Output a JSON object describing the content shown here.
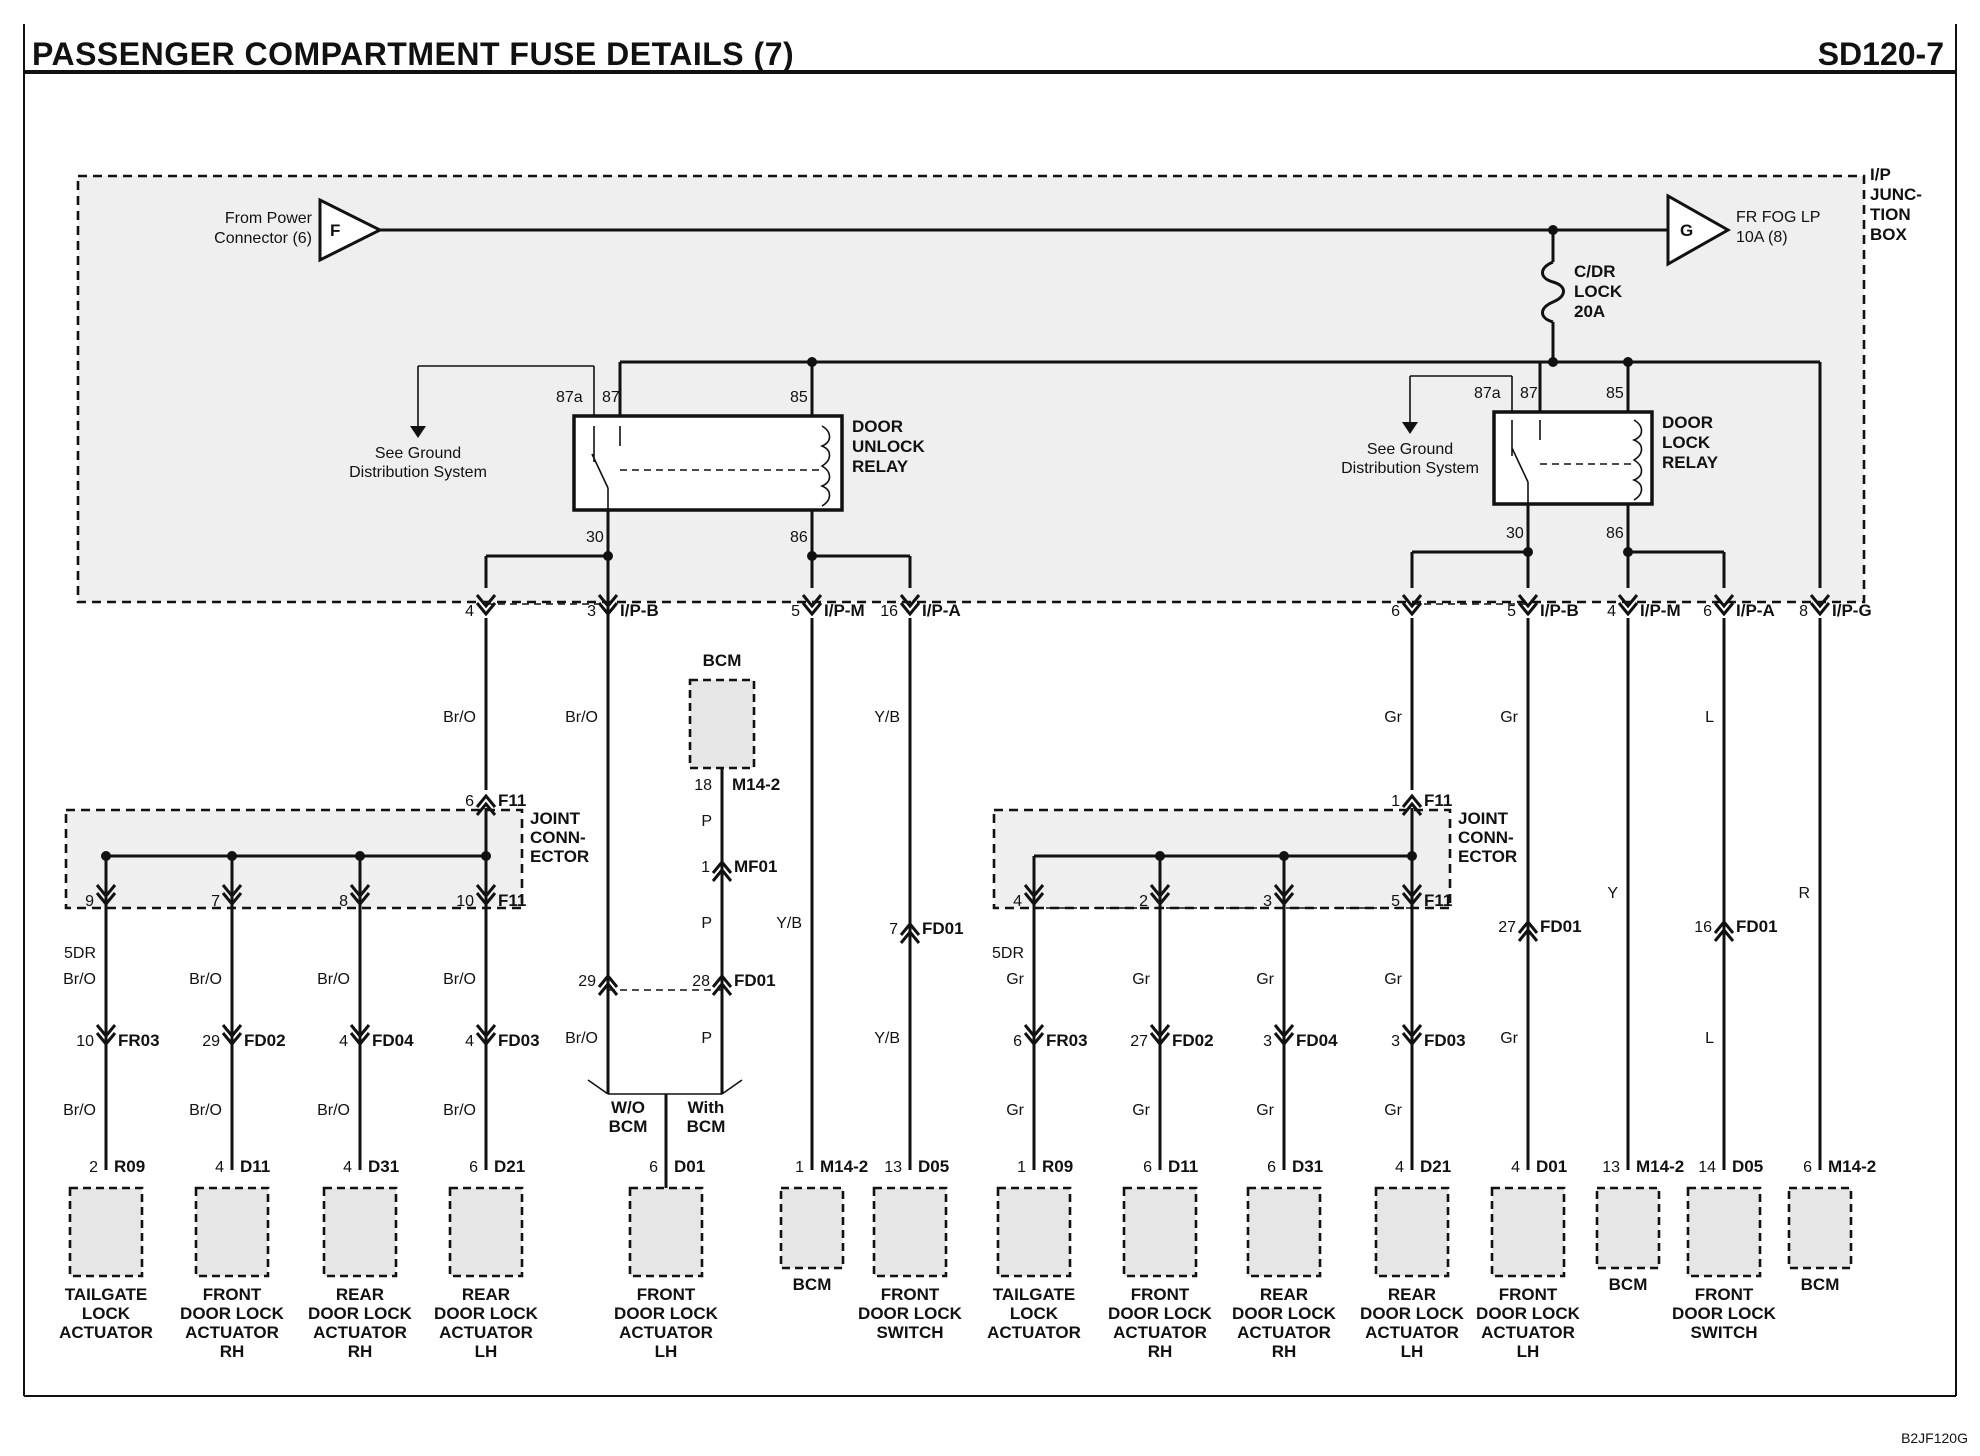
{
  "header": {
    "title": "PASSENGER COMPARTMENT FUSE DETAILS (7)",
    "code": "SD120-7"
  },
  "footer": {
    "code": "B2JF120G"
  },
  "junction_box": {
    "label": [
      "I/P",
      "JUNC-",
      "TION",
      "BOX"
    ],
    "power_in": {
      "letter": "F",
      "label": [
        "From Power",
        "Connector (6)"
      ]
    },
    "power_out": {
      "letter": "G",
      "label": [
        "FR FOG LP",
        "10A (8)"
      ]
    },
    "fuse": [
      "C/DR",
      "LOCK",
      "20A"
    ],
    "ground_note": [
      "See Ground",
      "Distribution System"
    ],
    "unlock_relay": {
      "name": [
        "DOOR",
        "UNLOCK",
        "RELAY"
      ],
      "pins": [
        "87a",
        "87",
        "85",
        "30",
        "86"
      ]
    },
    "lock_relay": {
      "name": [
        "DOOR",
        "LOCK",
        "RELAY"
      ],
      "pins": [
        "87a",
        "87",
        "85",
        "30",
        "86"
      ]
    }
  },
  "outputs": [
    {
      "pin": "4",
      "conn": ""
    },
    {
      "pin": "3",
      "conn": "I/P-B"
    },
    {
      "pin": "5",
      "conn": "I/P-M"
    },
    {
      "pin": "16",
      "conn": "I/P-A"
    },
    {
      "pin": "6",
      "conn": ""
    },
    {
      "pin": "5",
      "conn": "I/P-B"
    },
    {
      "pin": "4",
      "conn": "I/P-M"
    },
    {
      "pin": "6",
      "conn": "I/P-A"
    },
    {
      "pin": "8",
      "conn": "I/P-G"
    }
  ],
  "wire_colors": {
    "br_o": "Br/O",
    "y_b": "Y/B",
    "gr": "Gr",
    "l": "L",
    "y": "Y",
    "r": "R",
    "p": "P",
    "fivedr": "5DR"
  },
  "bcm_top": {
    "name": "BCM",
    "pin": "18",
    "conn": "M14-2",
    "mf_pin": "1",
    "mf": "MF01",
    "fd_pin": "28",
    "fd": "FD01",
    "left_pin": "29"
  },
  "joint_connector": [
    "JOINT",
    "CONN-",
    "ECTOR"
  ],
  "joint_left": {
    "in_pin": "6",
    "in_conn": "F11",
    "out_pins": [
      "9",
      "7",
      "8",
      "10"
    ],
    "out_conn": "F11"
  },
  "joint_right": {
    "in_pin": "1",
    "in_conn": "F11",
    "out_pins": [
      "4",
      "2",
      "3",
      "5"
    ],
    "out_conn": "F11"
  },
  "mid_connectors": {
    "left": [
      {
        "pin": "10",
        "conn": "FR03"
      },
      {
        "pin": "29",
        "conn": "FD02"
      },
      {
        "pin": "4",
        "conn": "FD04"
      },
      {
        "pin": "4",
        "conn": "FD03"
      }
    ],
    "right": [
      {
        "pin": "6",
        "conn": "FR03"
      },
      {
        "pin": "27",
        "conn": "FD02"
      },
      {
        "pin": "3",
        "conn": "FD04"
      },
      {
        "pin": "3",
        "conn": "FD03"
      }
    ],
    "fd01_a": {
      "pin": "7",
      "conn": "FD01"
    },
    "fd01_b": {
      "pin": "27",
      "conn": "FD01"
    },
    "fd01_c": {
      "pin": "16",
      "conn": "FD01"
    }
  },
  "split": {
    "wo": [
      "W/O",
      "BCM"
    ],
    "with": [
      "With",
      "BCM"
    ]
  },
  "components": [
    {
      "pin": "2",
      "conn": "R09",
      "name": [
        "TAILGATE",
        "LOCK",
        "ACTUATOR"
      ]
    },
    {
      "pin": "4",
      "conn": "D11",
      "name": [
        "FRONT",
        "DOOR LOCK",
        "ACTUATOR",
        "RH"
      ]
    },
    {
      "pin": "4",
      "conn": "D31",
      "name": [
        "REAR",
        "DOOR LOCK",
        "ACTUATOR",
        "RH"
      ]
    },
    {
      "pin": "6",
      "conn": "D21",
      "name": [
        "REAR",
        "DOOR LOCK",
        "ACTUATOR",
        "LH"
      ]
    },
    {
      "pin": "6",
      "conn": "D01",
      "name": [
        "FRONT",
        "DOOR LOCK",
        "ACTUATOR",
        "LH"
      ]
    },
    {
      "pin": "1",
      "conn": "M14-2",
      "name": [
        "BCM"
      ]
    },
    {
      "pin": "13",
      "conn": "D05",
      "name": [
        "FRONT",
        "DOOR LOCK",
        "SWITCH"
      ]
    },
    {
      "pin": "1",
      "conn": "R09",
      "name": [
        "TAILGATE",
        "LOCK",
        "ACTUATOR"
      ]
    },
    {
      "pin": "6",
      "conn": "D11",
      "name": [
        "FRONT",
        "DOOR LOCK",
        "ACTUATOR",
        "RH"
      ]
    },
    {
      "pin": "6",
      "conn": "D31",
      "name": [
        "REAR",
        "DOOR LOCK",
        "ACTUATOR",
        "RH"
      ]
    },
    {
      "pin": "4",
      "conn": "D21",
      "name": [
        "REAR",
        "DOOR LOCK",
        "ACTUATOR",
        "LH"
      ]
    },
    {
      "pin": "4",
      "conn": "D01",
      "name": [
        "FRONT",
        "DOOR LOCK",
        "ACTUATOR",
        "LH"
      ]
    },
    {
      "pin": "13",
      "conn": "M14-2",
      "name": [
        "BCM"
      ]
    },
    {
      "pin": "14",
      "conn": "D05",
      "name": [
        "FRONT",
        "DOOR LOCK",
        "SWITCH"
      ]
    },
    {
      "pin": "6",
      "conn": "M14-2",
      "name": [
        "BCM"
      ]
    }
  ]
}
